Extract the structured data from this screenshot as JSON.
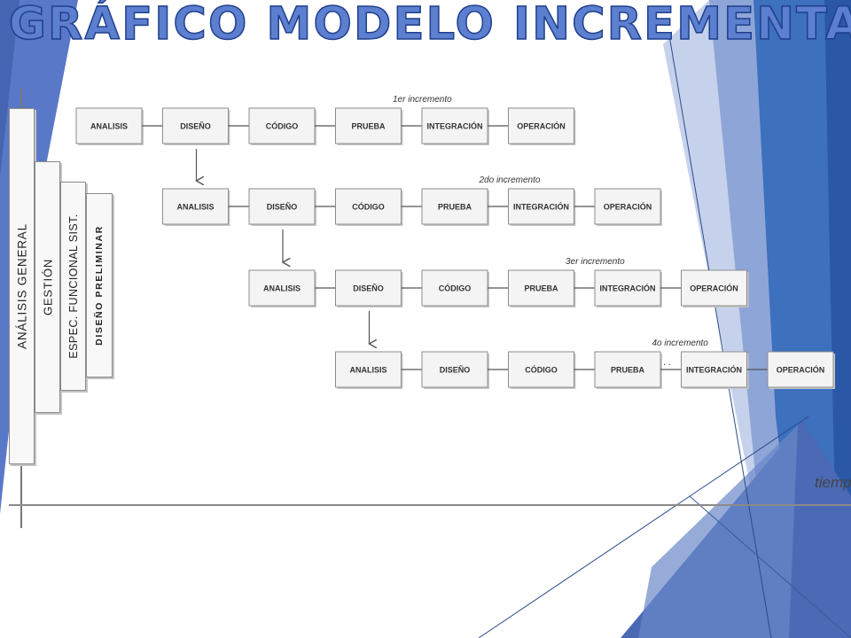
{
  "title": "GRÁFICO MODELO INCREMENTAL",
  "phases": [
    "ANÁLISIS GENERAL",
    "GESTIÓN",
    "ESPEC. FUNCIONAL SIST.",
    "DISEÑO PRELIMINAR"
  ],
  "increments": [
    {
      "label": "1er incremento",
      "stages": [
        "ANALISIS",
        "DISEÑO",
        "CÓDIGO",
        "PRUEBA",
        "INTEGRACIÓN",
        "OPERACIÓN"
      ]
    },
    {
      "label": "2do incremento",
      "stages": [
        "ANALISIS",
        "DISEÑO",
        "CÓDIGO",
        "PRUEBA",
        "INTEGRACIÓN",
        "OPERACIÓN"
      ]
    },
    {
      "label": "3er incremento",
      "stages": [
        "ANALISIS",
        "DISEÑO",
        "CÓDIGO",
        "PRUEBA",
        "INTEGRACIÓN",
        "OPERACIÓN"
      ]
    },
    {
      "label": "4o incremento",
      "stages": [
        "ANALISIS",
        "DISEÑO",
        "CÓDIGO",
        "PRUEBA",
        "INTEGRACIÓN",
        "OPERACIÓN"
      ]
    }
  ],
  "continuation_dots": ". .",
  "time_axis_label": "tiemp",
  "colors": {
    "title_fill": "#5d7fcf",
    "title_outline": "#1f3f8c",
    "left_band": "#5a78c8",
    "right_band_dark": "#2f62b4",
    "right_band_light": "#9fb4dc",
    "box_fill": "#f4f4f4",
    "box_border": "#8c8c8c",
    "connector": "#555555"
  }
}
